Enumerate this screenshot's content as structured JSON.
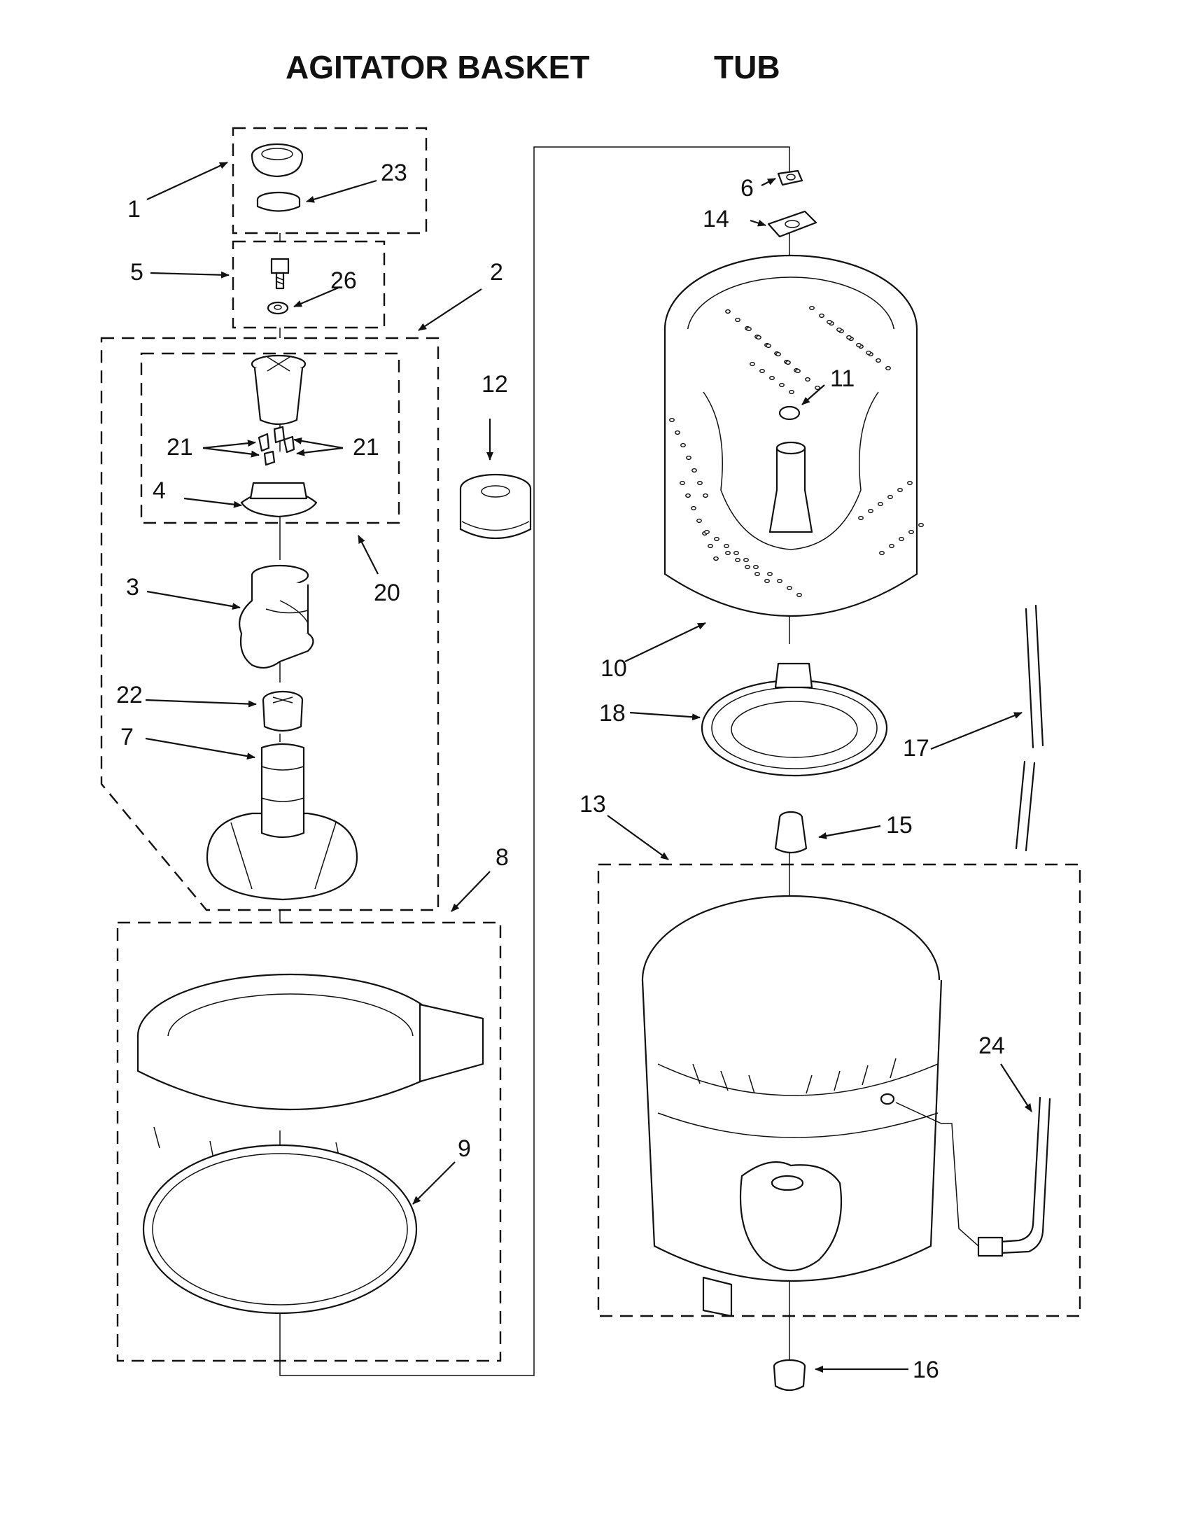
{
  "title": {
    "left": "AGITATOR  BASKET",
    "right": "TUB"
  },
  "callouts": {
    "n1": "1",
    "n2": "2",
    "n3": "3",
    "n4": "4",
    "n5": "5",
    "n6": "6",
    "n7": "7",
    "n8": "8",
    "n9": "9",
    "n10": "10",
    "n11": "11",
    "n12": "12",
    "n13": "13",
    "n14": "14",
    "n15": "15",
    "n16": "16",
    "n17": "17",
    "n18": "18",
    "n20": "20",
    "n21a": "21",
    "n21b": "21",
    "n22": "22",
    "n23": "23",
    "n24": "24",
    "n26": "26"
  }
}
